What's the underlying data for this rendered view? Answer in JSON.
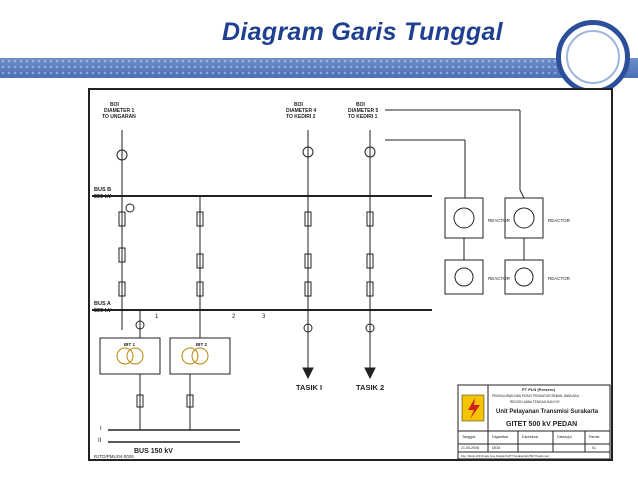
{
  "slide": {
    "title": "Diagram Garis Tunggal"
  },
  "diagram": {
    "bays": [
      {
        "label": "BOI",
        "sub": "DIAMETER 1",
        "to": "TO UNGARAN"
      },
      {
        "label": "BOI",
        "sub": "DIAMETER 4",
        "to": "TO KEDIRI 2"
      },
      {
        "label": "BOI",
        "sub": "DIAMETER 5",
        "to": "TO KEDIRI 1"
      }
    ],
    "bus_b": {
      "name": "BUS B",
      "kv": "500 kV"
    },
    "bus_a": {
      "name": "BUS A",
      "kv": "500 kV"
    },
    "bus_150": "BUS 150 kV",
    "markers": [
      "1",
      "2",
      "3"
    ],
    "feeders": [
      "TASIK I",
      "TASIK 2"
    ],
    "reactor_label": "REACTOR",
    "ibt_labels": [
      "IBT 1",
      "IBT 2"
    ],
    "bus_small": [
      "I",
      "II"
    ],
    "drawing_id": "RJTD/PML/04-0026",
    "title_block": {
      "company": "PT PLN (Persero)",
      "line2": "PENYALURAN DAN PUSAT PENGATUR BEBAN JAWA BALI",
      "line3": "REGION JAWA TENGAH DAN DIY",
      "unit": "Unit Pelayanan Transmisi Surakarta",
      "station": "GITET 500 kV PEDAN",
      "headers": [
        "Tanggal",
        "Digambar",
        "Diperiksa",
        "Disetujui",
        "Revisi"
      ],
      "values": [
        "21-05-2008",
        "DEDI",
        "",
        "",
        "01"
      ],
      "file": "File: I:\\Enip-101\\Single Line Diagram\\UPT Surakarta\\GITET Pedan.vsd"
    }
  }
}
